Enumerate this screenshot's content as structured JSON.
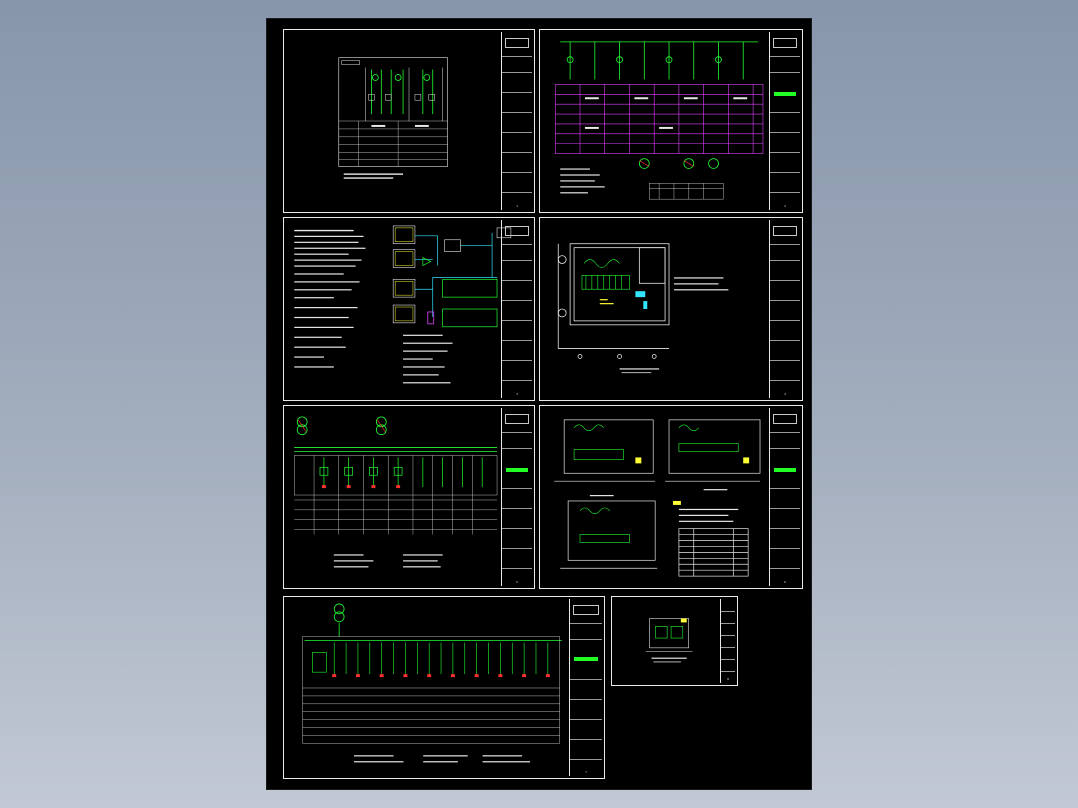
{
  "viewer": {
    "background": "#8f9db1",
    "canvas_color": "#000000",
    "border_color": "#e8e8e8"
  },
  "sheets": [
    {
      "id": "s1",
      "kind": "single-line-diagram-small",
      "title_block_num": "1"
    },
    {
      "id": "s2",
      "kind": "switchgear-table-magenta",
      "title_block_num": "2"
    },
    {
      "id": "s3",
      "kind": "notes-and-monitoring",
      "title_block_num": "3"
    },
    {
      "id": "s4",
      "kind": "room-layout-plan",
      "title_block_num": "4"
    },
    {
      "id": "s5",
      "kind": "switchgear-single-line",
      "title_block_num": "5"
    },
    {
      "id": "s6",
      "kind": "equipment-plans",
      "title_block_num": "6"
    },
    {
      "id": "s7",
      "kind": "low-voltage-single-line",
      "title_block_num": "7"
    },
    {
      "id": "s8",
      "kind": "detail-small",
      "title_block_num": "8"
    }
  ],
  "colors": {
    "green": "#22ff33",
    "cyan": "#33e6ff",
    "magenta": "#e040ff",
    "yellow": "#ffff33",
    "red": "#ff3030",
    "white": "#e8e8e8",
    "grey": "#8a8a8a"
  }
}
